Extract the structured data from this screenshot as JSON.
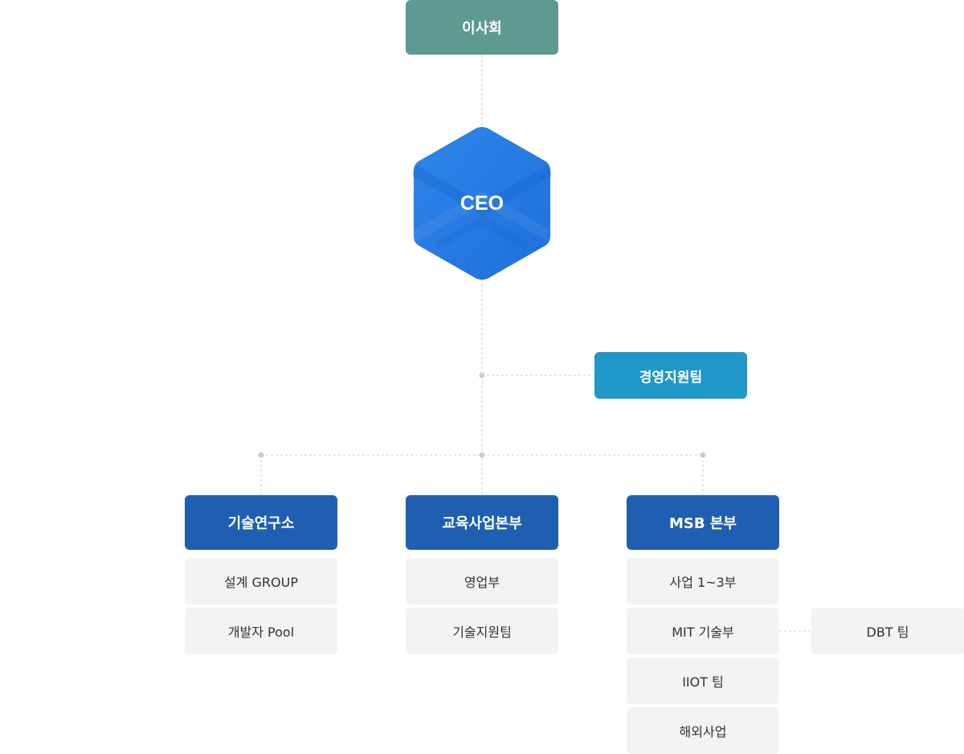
{
  "board": {
    "label": "이사회"
  },
  "ceo": {
    "label": "CEO"
  },
  "management_support": {
    "label": "경영지원팀"
  },
  "divisions": [
    {
      "label": "기술연구소",
      "units": [
        "설계 GROUP",
        "개발자 Pool"
      ]
    },
    {
      "label": "교육사업본부",
      "units": [
        "영업부",
        "기술지원팀"
      ]
    },
    {
      "label": "MSB 본부",
      "units": [
        "사업 1~3부",
        "MIT 기술부",
        "IIOT 팀",
        "해외사업"
      ]
    }
  ],
  "dbt_team": {
    "label": "DBT 팀"
  },
  "colors": {
    "board": "#5e9a92",
    "ceo": "#2a7fe6",
    "management_support": "#2097c8",
    "division_head": "#1f5fb1",
    "unit_bg": "#f3f3f3",
    "connector": "#cfcfcf"
  }
}
